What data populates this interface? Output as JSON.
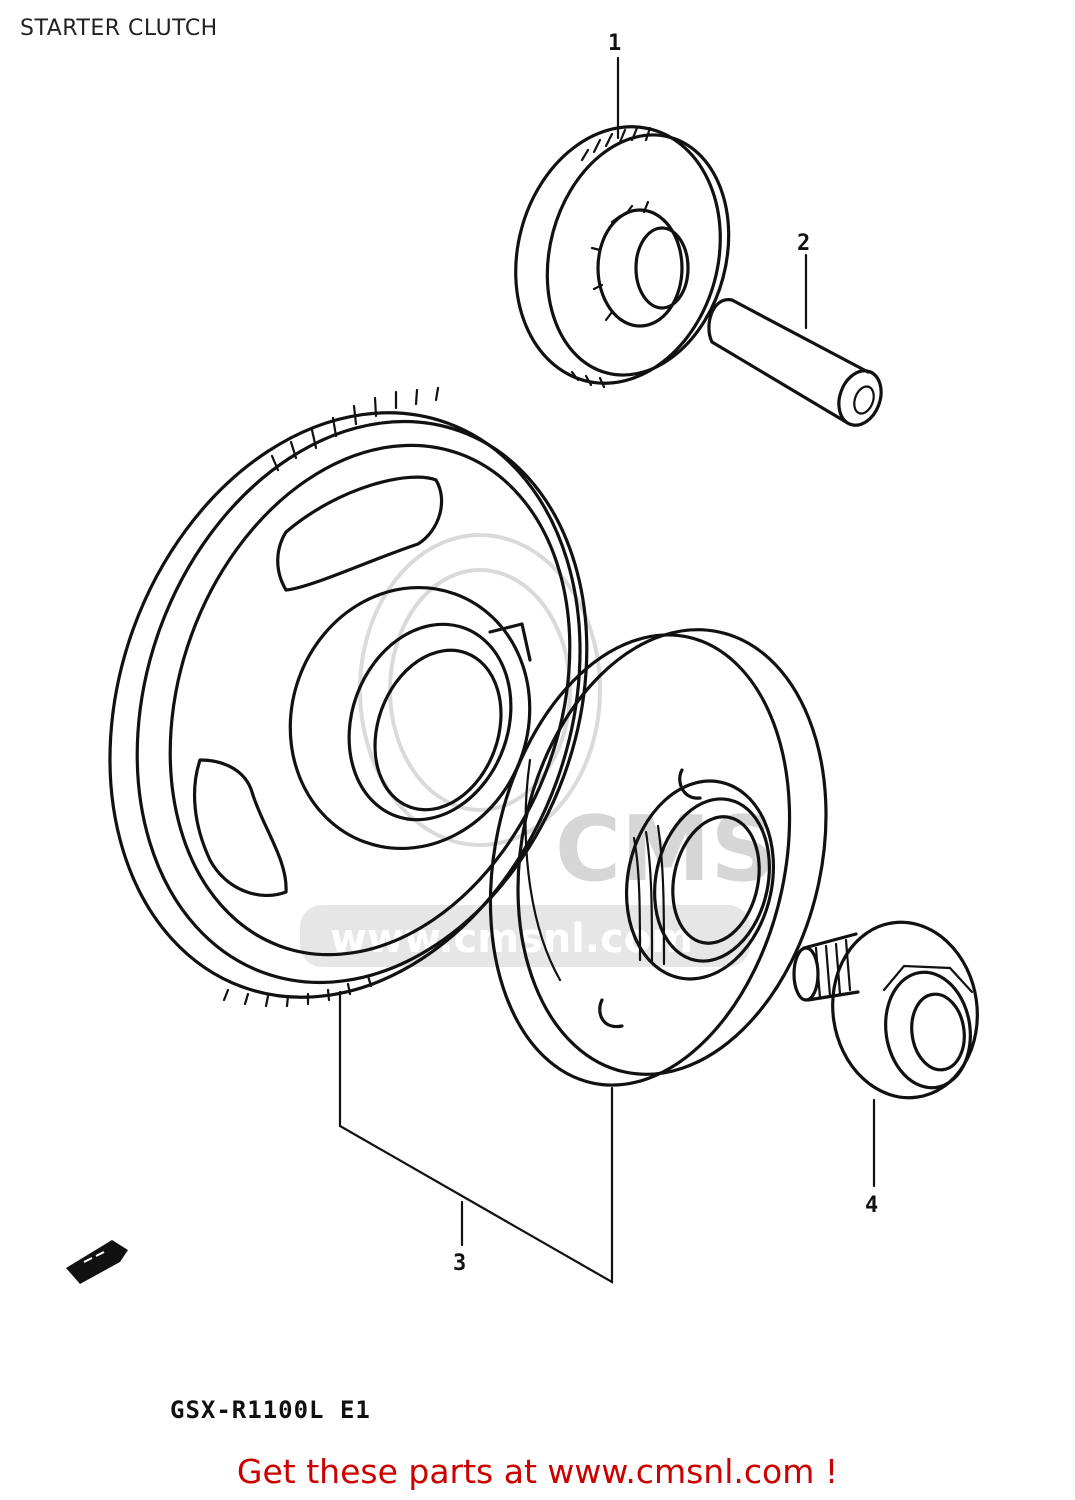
{
  "title": "STARTER CLUTCH",
  "callouts": [
    "1",
    "2",
    "3",
    "4"
  ],
  "model_label": "GSX-R1100L E1",
  "watermark": {
    "logo_text": "CMS",
    "url_text": "www.cmsnl.com"
  },
  "footer": {
    "text": "Get these parts at www.cmsnl.com !",
    "color": "#cc0000"
  }
}
